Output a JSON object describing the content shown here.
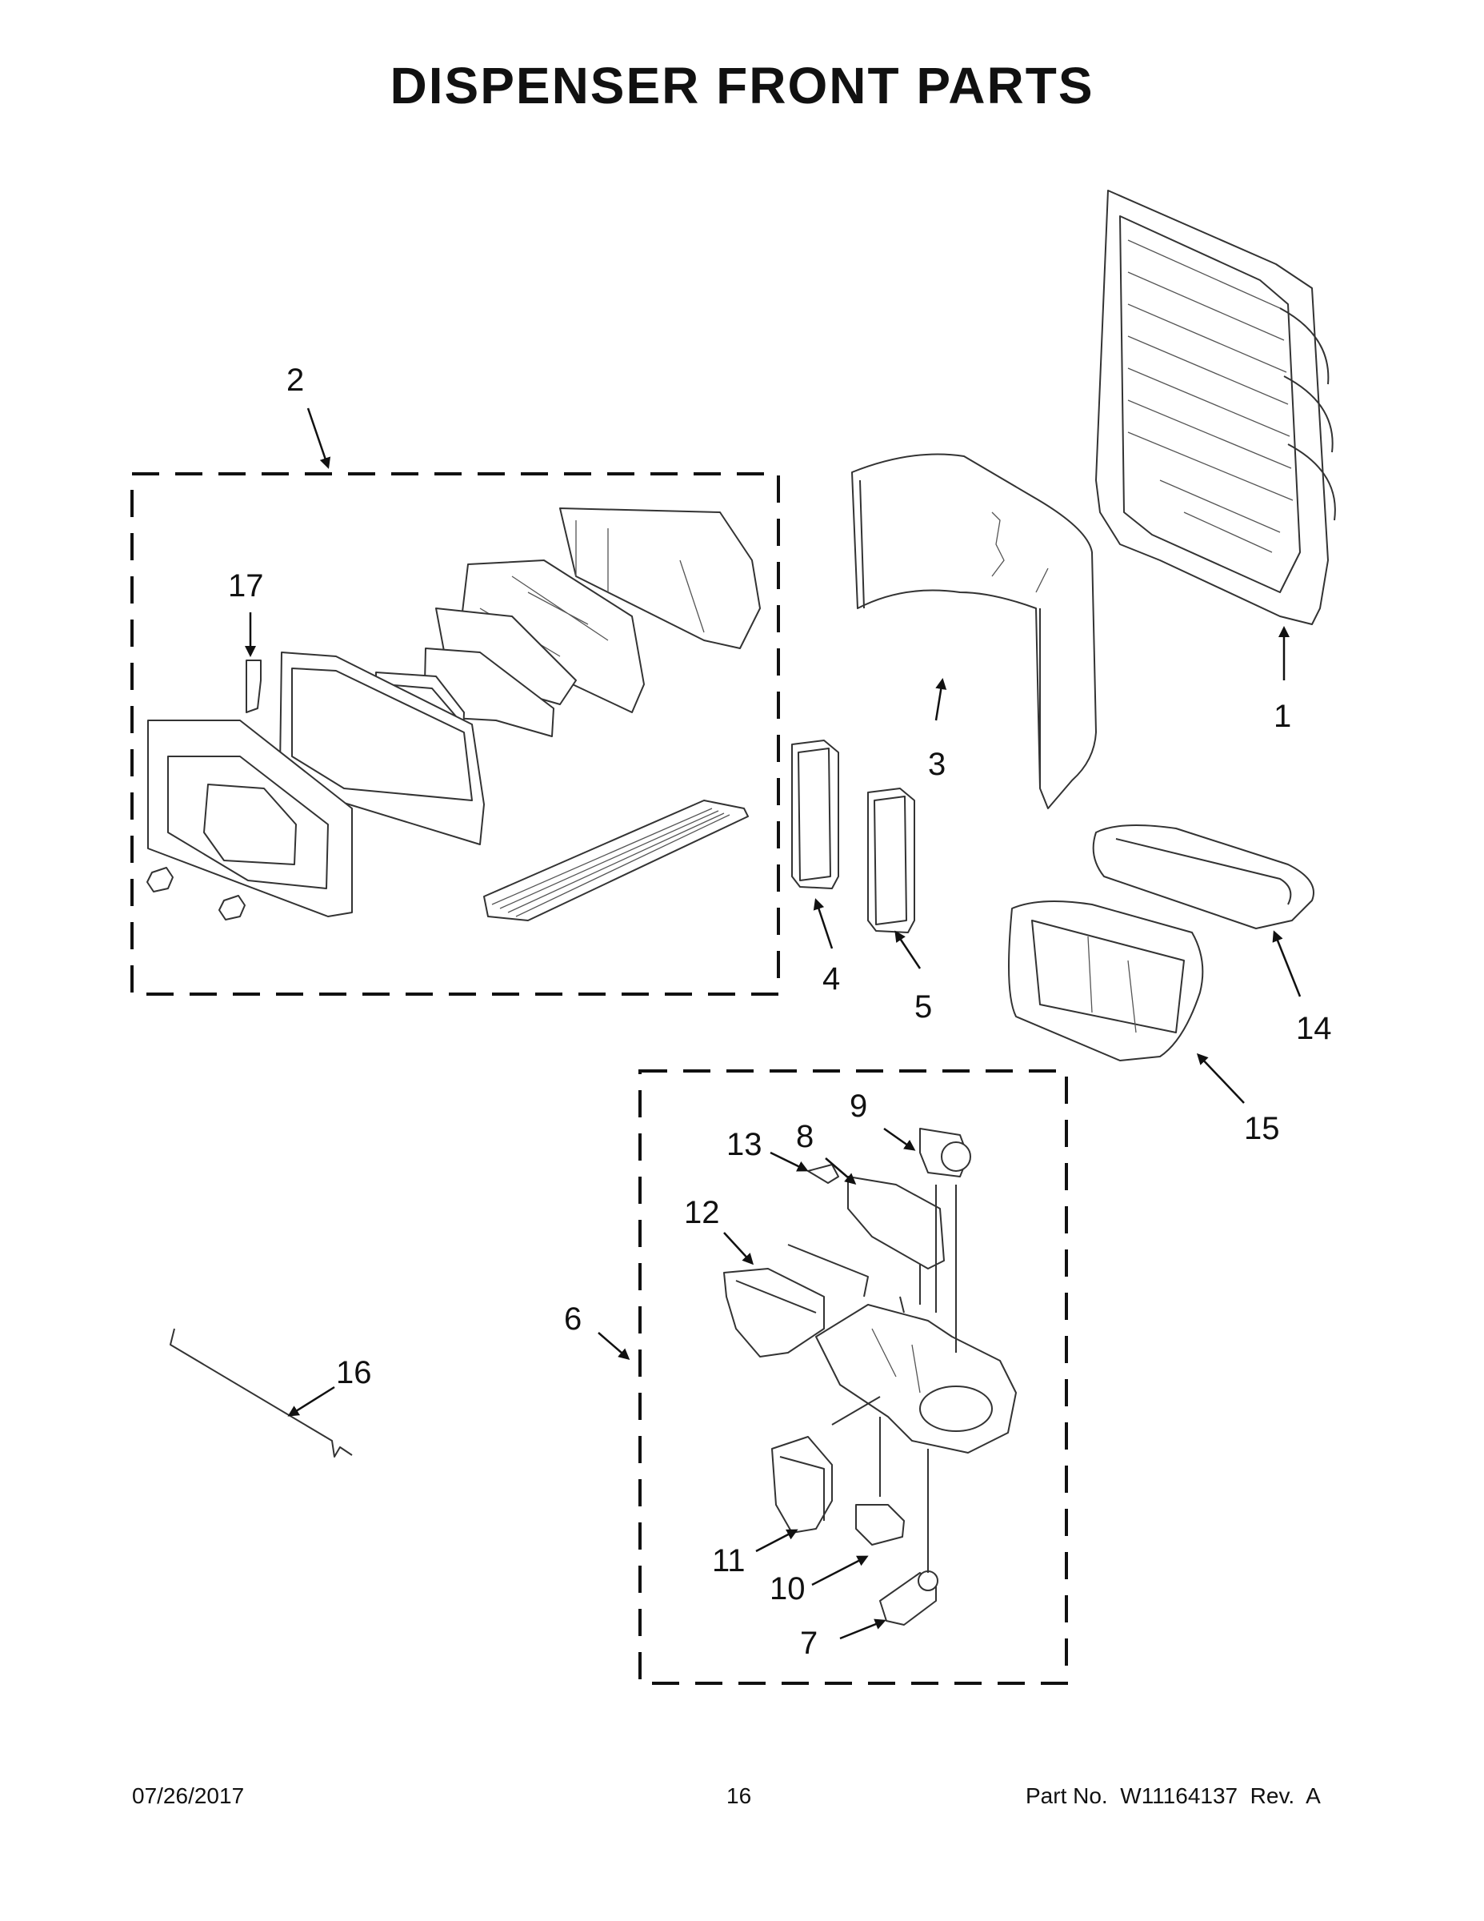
{
  "title": "DISPENSER FRONT PARTS",
  "callouts": {
    "c1": "1",
    "c2": "2",
    "c3": "3",
    "c4": "4",
    "c5": "5",
    "c6": "6",
    "c7": "7",
    "c8": "8",
    "c9": "9",
    "c10": "10",
    "c11": "11",
    "c12": "12",
    "c13": "13",
    "c14": "14",
    "c15": "15",
    "c16": "16",
    "c17": "17"
  },
  "footer": {
    "date": "07/26/2017",
    "page_number": "16",
    "part_number": "Part No.  W11164137  Rev.  A"
  }
}
